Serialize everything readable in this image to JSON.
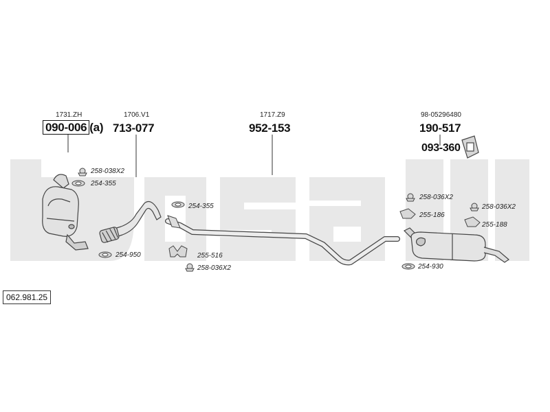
{
  "watermark": "bosal",
  "diagram_code": "062.981.25",
  "main_parts": [
    {
      "ref": "1731.ZH",
      "number": "090-006",
      "suffix": "(a)"
    },
    {
      "ref": "1706.V1",
      "number": "713-077"
    },
    {
      "ref": "1717.Z9",
      "number": "952-153"
    },
    {
      "ref": "98-05296480",
      "number": "190-517"
    },
    {
      "number": "093-360"
    }
  ],
  "clamps": [
    {
      "number": "258-038X2"
    },
    {
      "number": "254-355"
    },
    {
      "number": "254-950"
    },
    {
      "number": "254-355"
    },
    {
      "number": "255-516"
    },
    {
      "number": "258-036X2"
    },
    {
      "number": "258-036X2"
    },
    {
      "number": "255-186"
    },
    {
      "number": "258-036X2"
    },
    {
      "number": "255-188"
    },
    {
      "number": "254-930"
    }
  ]
}
